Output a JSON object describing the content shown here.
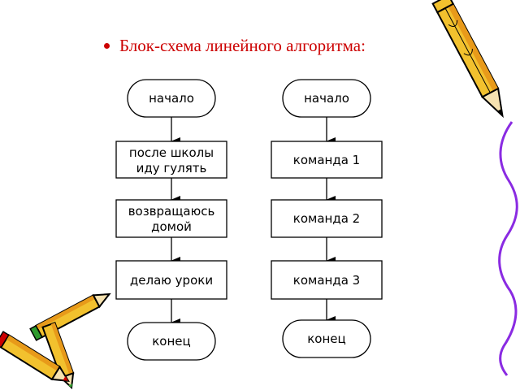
{
  "slide": {
    "bullet_text": "Блок-схема линейного алгоритма:"
  },
  "colors": {
    "title_red": "#cc0000",
    "pencil_yellow": "#f2c12e",
    "pencil_orange": "#e89a1a",
    "wavy_line": "#8a2be2",
    "box_border": "#000000"
  },
  "left_flow": {
    "start": "начало",
    "step1_line1": "после школы",
    "step1_line2": "иду гулять",
    "step2_line1": "возвращаюсь",
    "step2_line2": "домой",
    "step3": "делаю уроки",
    "end": "конец"
  },
  "right_flow": {
    "start": "начало",
    "step1": "команда 1",
    "step2": "команда 2",
    "step3": "команда 3",
    "end": "конец"
  },
  "decorations": {
    "icons": [
      "pencil-icon",
      "crayons-icon",
      "wavy-line-icon"
    ]
  }
}
